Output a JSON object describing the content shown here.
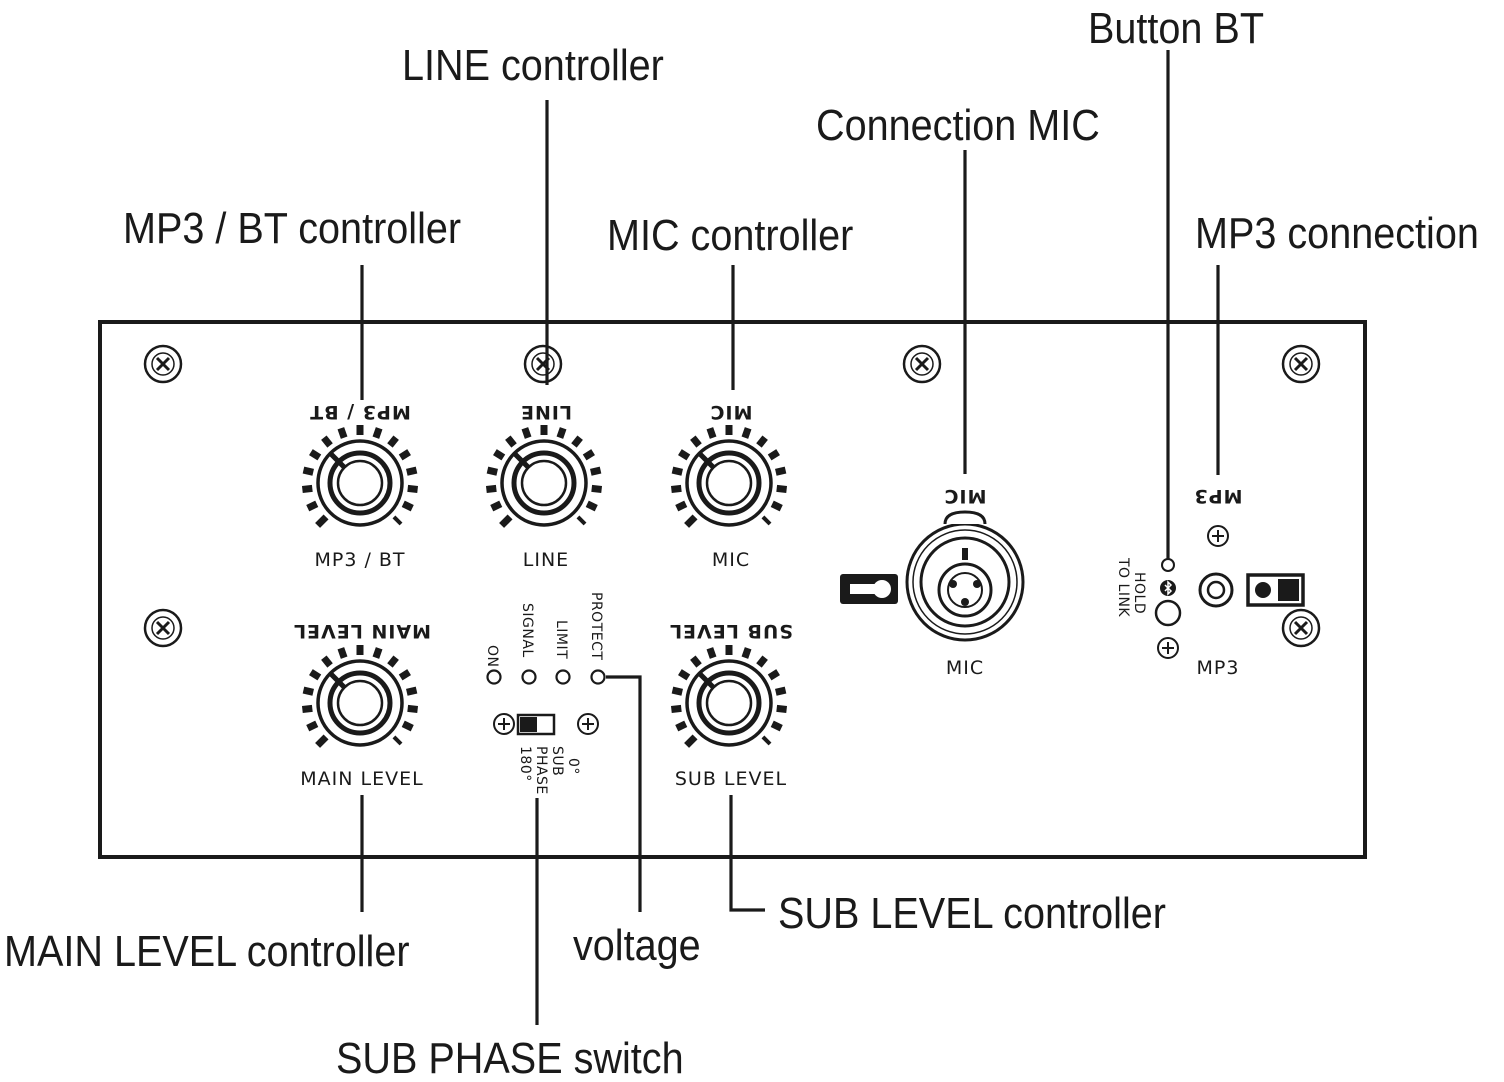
{
  "callouts": {
    "button_bt": "Button BT",
    "line_controller": "LINE controller",
    "connection_mic": "Connection MIC",
    "mp3_bt_controller": "MP3 / BT controller",
    "mic_controller": "MIC controller",
    "mp3_connection": "MP3 connection",
    "main_level_controller": "MAIN LEVEL controller",
    "voltage": "voltage",
    "sub_level_controller": "SUB LEVEL controller",
    "sub_phase_switch": "SUB PHASE switch"
  },
  "panel": {
    "knob_mp3_bt": {
      "upper": "MP3 / BT",
      "lower": "MP3 / BT"
    },
    "knob_line": {
      "upper": "LINE",
      "lower": "LINE"
    },
    "knob_mic": {
      "upper": "MIC",
      "lower": "MIC"
    },
    "knob_main_level": {
      "upper": "MAIN LEVEL",
      "lower": "MAIN LEVEL"
    },
    "knob_sub_level": {
      "upper": "SUB LEVEL",
      "lower": "SUB LEVEL"
    },
    "led_on": "ON",
    "led_signal": "SIGNAL",
    "led_limit": "LIMIT",
    "led_protect": "PROTECT",
    "phase_0": "0°",
    "phase_sub": "SUB",
    "phase_phase": "PHASE",
    "phase_180": "180°",
    "mic_jack_upper": "MIC",
    "mic_jack_lower": "MIC",
    "mp3_jack_upper": "MP3",
    "mp3_jack_lower": "MP3",
    "bt_hold": "HOLD",
    "bt_to_link": "TO LINK"
  }
}
